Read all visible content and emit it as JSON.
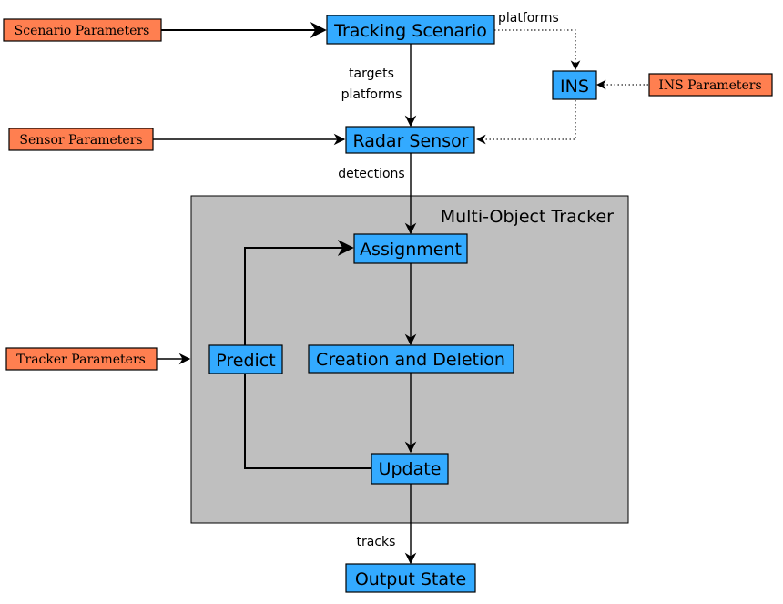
{
  "colors": {
    "process_fill": "#33aaff",
    "param_fill": "#ff7f50",
    "tracker_bg": "#bfbfbf",
    "border": "#000000"
  },
  "params": {
    "scenario": "Scenario Parameters",
    "sensor": "Sensor Parameters",
    "tracker": "Tracker Parameters",
    "ins": "INS Parameters"
  },
  "nodes": {
    "tracking_scenario": "Tracking Scenario",
    "ins": "INS",
    "radar_sensor": "Radar Sensor",
    "multi_object_tracker": "Multi-Object Tracker",
    "assignment": "Assignment",
    "predict": "Predict",
    "creation_deletion": "Creation and Deletion",
    "update": "Update",
    "output_state": "Output State"
  },
  "edges": {
    "platforms_to_ins": "platforms",
    "targets": "targets",
    "platforms": "platforms",
    "detections": "detections",
    "tracks": "tracks"
  }
}
